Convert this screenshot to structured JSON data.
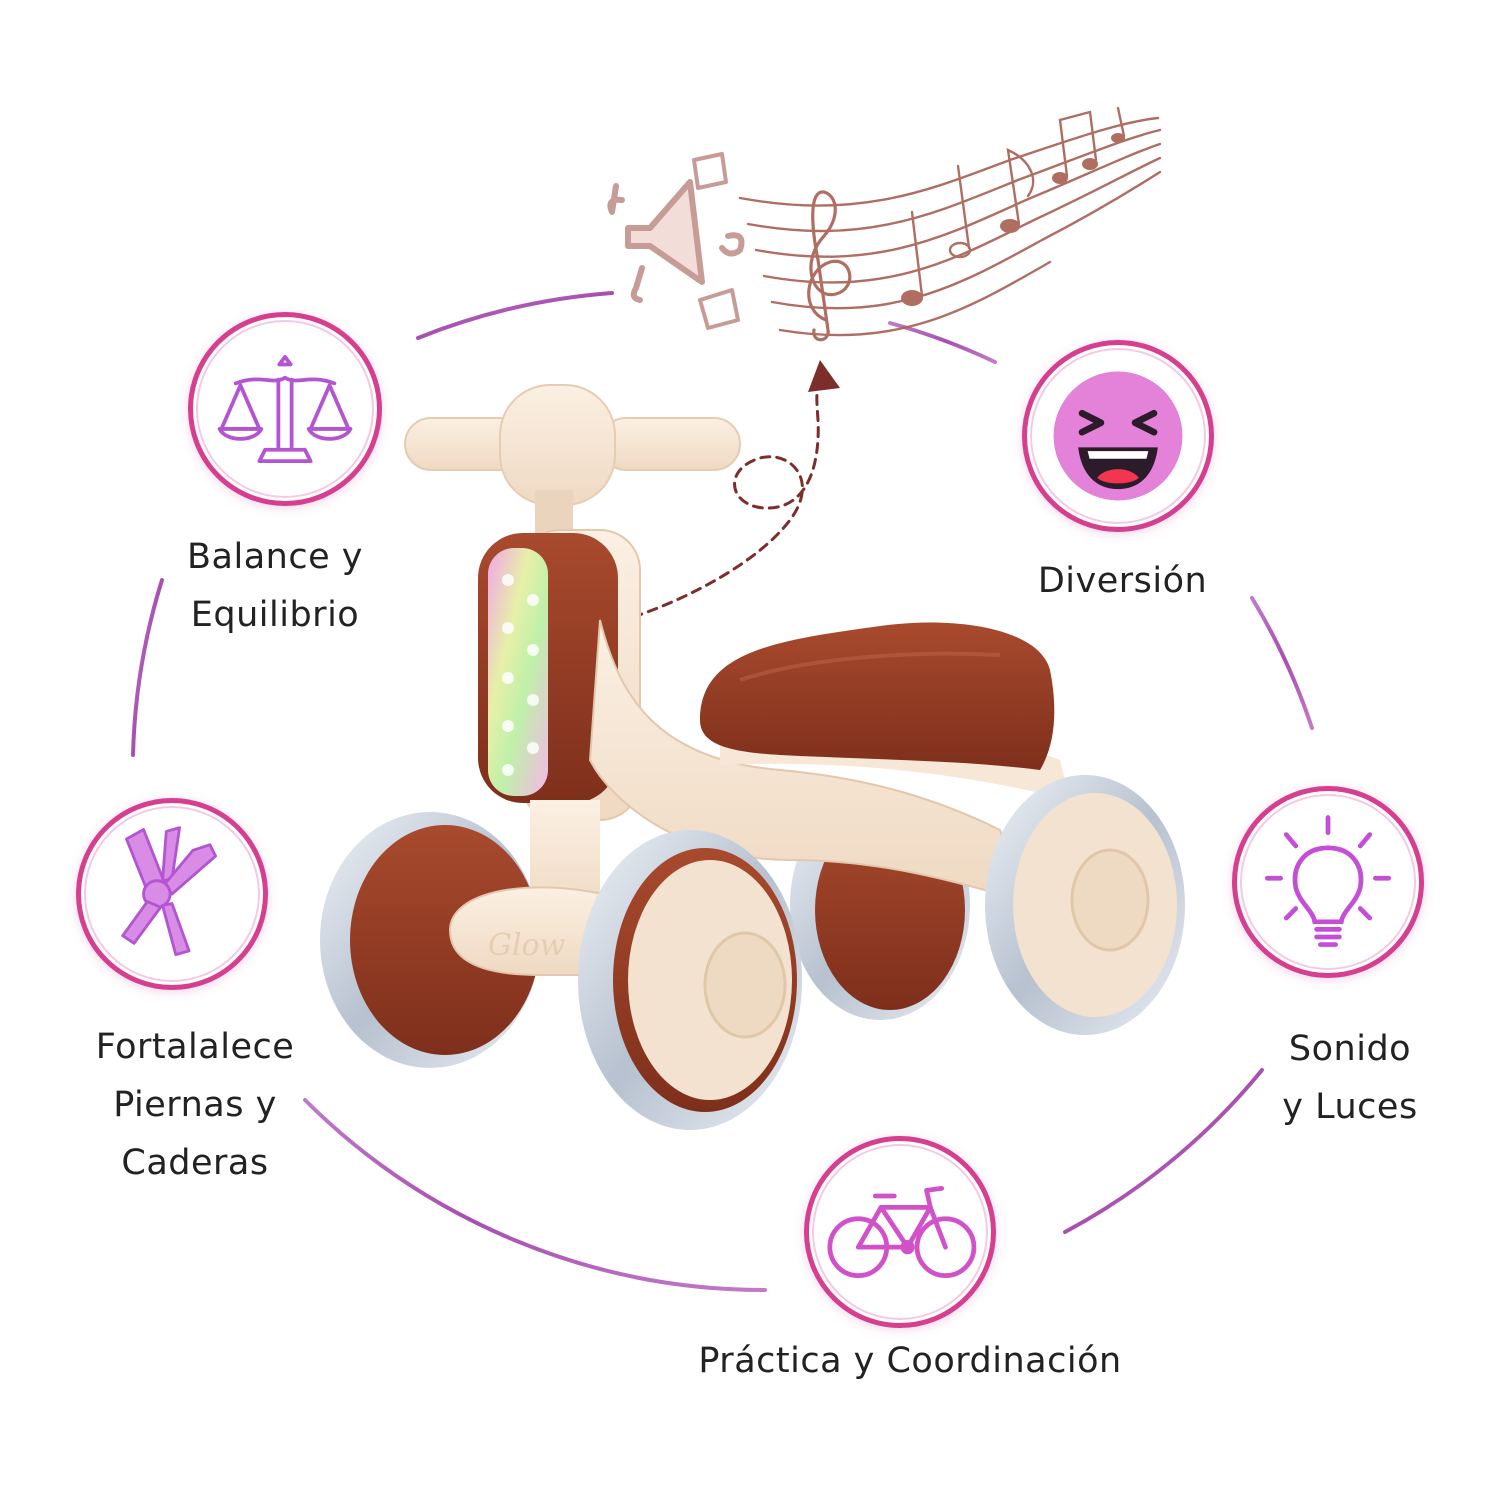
{
  "features": {
    "balance": {
      "line1": "Balance y",
      "line2": "Equilibrio",
      "icon": "balance-scale-icon"
    },
    "fun": {
      "line1": "Diversión",
      "icon": "laughing-face-icon"
    },
    "legs": {
      "line1": "Fortalalece",
      "line2": "Piernas y",
      "line3": "Caderas",
      "icon": "leg-joint-icon"
    },
    "sound_lights": {
      "line1": "Sonido",
      "line2": "y Luces",
      "icon": "light-bulb-icon"
    },
    "coordination": {
      "line1": "Práctica y Coordinación",
      "icon": "bicycle-icon"
    }
  },
  "product": {
    "brand_mark": "Glow",
    "icon": "balance-bike-image"
  },
  "decor": {
    "music": "music-notes-icon",
    "speaker": "speaker-icon",
    "arrow": "dashed-arrow-icon"
  },
  "colors": {
    "ring": "#b063b4",
    "accent": "#d63f8f",
    "icon_purple": "#b355d1",
    "bike_brown": "#8f3a22",
    "bike_cream": "#f4e3cf",
    "wheel_silver": "#c9d0da"
  }
}
